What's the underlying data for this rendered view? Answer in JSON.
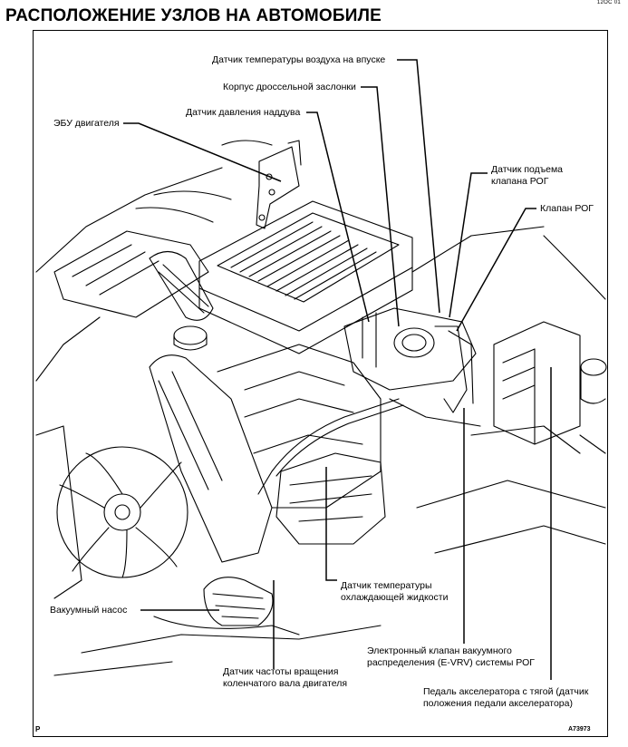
{
  "header": {
    "page_code": "12OC 01",
    "title": "РАСПОЛОЖЕНИЕ УЗЛОВ НА АВТОМОБИЛЕ"
  },
  "labels": {
    "intake_air_temp_sensor": "Датчик температуры воздуха на впуске",
    "throttle_body": "Корпус дроссельной заслонки",
    "boost_pressure_sensor": "Датчик давления наддува",
    "engine_ecu": "ЭБУ двигателя",
    "egr_lift_sensor": [
      "Датчик подъема",
      "клапана РОГ"
    ],
    "egr_valve": "Клапан РОГ",
    "coolant_temp_sensor": [
      "Датчик температуры",
      "охлаждающей жидкости"
    ],
    "vacuum_pump": "Вакуумный насос",
    "evrv_valve": [
      "Электронный клапан вакуумного",
      "распределения (E-VRV) системы РОГ"
    ],
    "crank_speed_sensor": [
      "Датчик частоты вращения",
      "коленчатого вала двигателя"
    ],
    "accel_pedal": [
      "Педаль акселератора с тягой (датчик",
      "положения педали акселератора)"
    ]
  },
  "footer": {
    "left_mark": "P",
    "figure_id": "A73973"
  }
}
